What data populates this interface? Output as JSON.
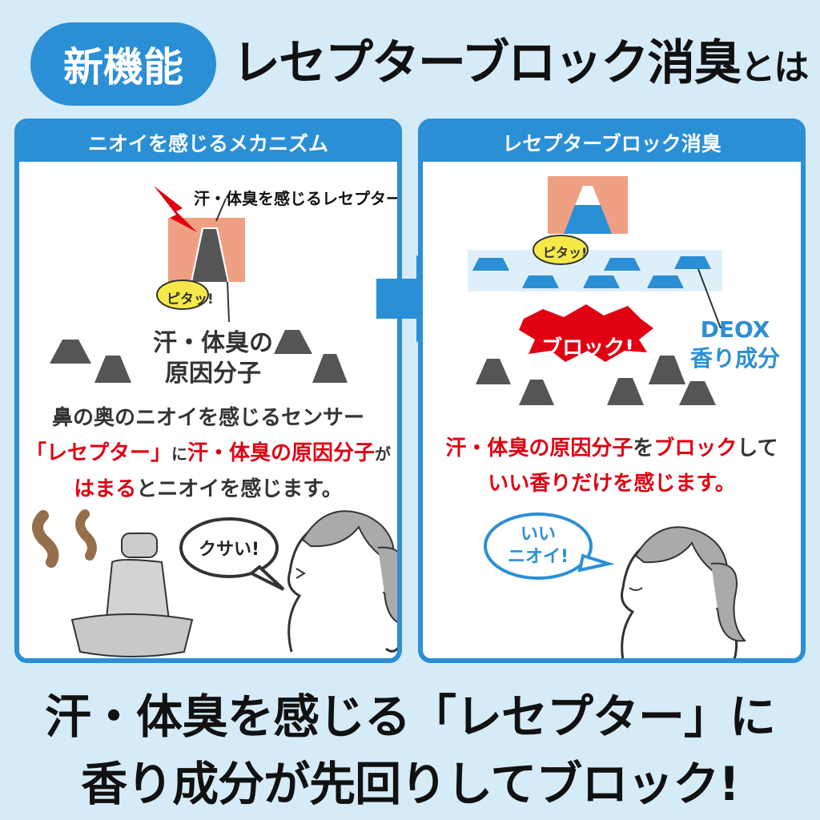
{
  "header": {
    "badge": "新機能",
    "title_main": "レセプターブロック消臭",
    "title_suffix": "とは"
  },
  "left_panel": {
    "heading": "ニオイを感じるメカニズム",
    "receptor_label": "汗・体臭を感じるレセプター",
    "pitatt": "ピタッ!",
    "molecule_label_1": "汗・体臭の",
    "molecule_label_2": "原因分子",
    "desc_line1": "鼻の奥のニオイを感じるセンサー",
    "desc_line2_a": "「レセプター」",
    "desc_line2_b": "に",
    "desc_line2_c": "汗・体臭の原因分子",
    "desc_line2_d": "が",
    "desc_line3_a": "はまる",
    "desc_line3_b": "とニオイを感じます。",
    "bubble": "クサい!"
  },
  "right_panel": {
    "heading": "レセプターブロック消臭",
    "pitatt": "ピタッ!",
    "block_burst": "ブロック!",
    "deox_1": "DEOX",
    "deox_2": "香り成分",
    "desc_line1_a": "汗・体臭の原因分子",
    "desc_line1_b": "を",
    "desc_line1_c": "ブロック",
    "desc_line1_d": "して",
    "desc_line2": "いい香りだけを感じます。",
    "bubble_1": "いい",
    "bubble_2": "ニオイ!"
  },
  "footer": {
    "line1": "汗・体臭を感じる「レセプター」に",
    "line2": "香り成分が先回りしてブロック!"
  },
  "colors": {
    "accent_blue": "#2b8fd6",
    "receptor_salmon": "#f0a082",
    "red_text": "#e00012",
    "molecule_gray": "#555555",
    "bubble_yellow": "#f7e84a"
  }
}
